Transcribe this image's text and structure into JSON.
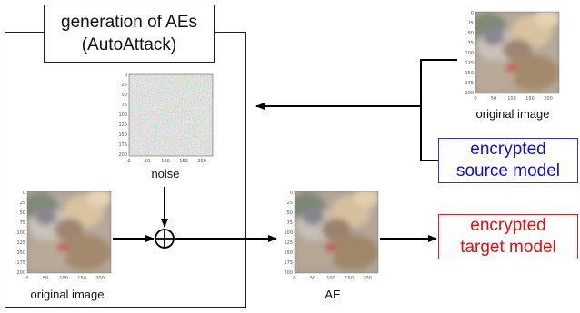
{
  "title": {
    "line1": "generation of AEs",
    "line2": "(AutoAttack)"
  },
  "captions": {
    "noise": "noise",
    "original_left": "original image",
    "ae": "AE",
    "original_right": "original image"
  },
  "source_model": {
    "line1": "encrypted",
    "line2": "source model",
    "color": "#1010d0"
  },
  "target_model": {
    "line1": "encrypted",
    "line2": "target model",
    "color": "#e01010"
  },
  "axis": {
    "y_ticks": [
      "0",
      "25",
      "50",
      "75",
      "100",
      "125",
      "150",
      "175",
      "200"
    ],
    "x_ticks": [
      "0",
      "50",
      "100",
      "150",
      "200"
    ]
  },
  "icons": [
    "plus-circle-icon",
    "arrow-icon"
  ]
}
